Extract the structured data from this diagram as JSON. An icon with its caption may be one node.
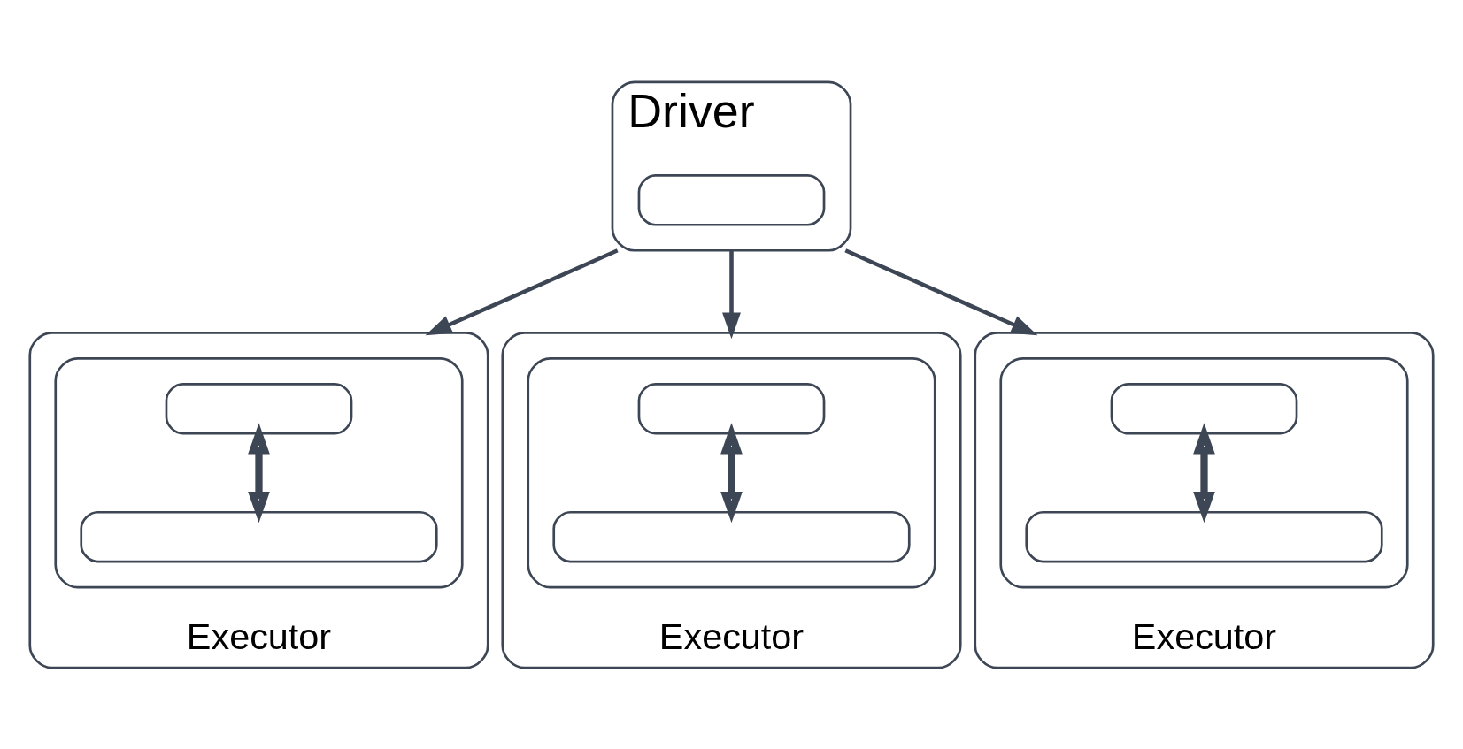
{
  "diagram": {
    "nodes": [
      {
        "text": [
          "Driver"
        ]
      },
      {
        "text": [],
        "shape": "box",
        "in": 0
      },
      {
        "text": [
          "Executor"
        ]
      },
      {
        "text": [],
        "shape": "box",
        "in": 2
      },
      {
        "text": [],
        "shape": "box",
        "in": 3
      },
      {
        "text": [],
        "shape": "box",
        "in": 3
      },
      {
        "text": [
          "Executor"
        ]
      },
      {
        "text": [],
        "shape": "box",
        "in": 6
      },
      {
        "text": [],
        "shape": "box",
        "in": 7
      },
      {
        "text": [],
        "shape": "box",
        "in": 7
      },
      {
        "text": [
          "Executor"
        ]
      },
      {
        "text": [],
        "shape": "box",
        "in": 10
      },
      {
        "text": [],
        "shape": "box",
        "in": 11
      },
      {
        "text": [],
        "shape": "box",
        "in": 11
      }
    ],
    "edges": [
      {
        "from": 0,
        "to": 2,
        "arrow": "to"
      },
      {
        "from": 0,
        "to": 6,
        "arrow": "to"
      },
      {
        "from": 0,
        "to": 10,
        "arrow": "to"
      },
      {
        "from": 4,
        "to": 5,
        "arrow": "both",
        "style": "thick"
      },
      {
        "from": 8,
        "to": 9,
        "arrow": "both",
        "style": "thick"
      },
      {
        "from": 12,
        "to": 13,
        "arrow": "both",
        "style": "thick"
      }
    ]
  }
}
